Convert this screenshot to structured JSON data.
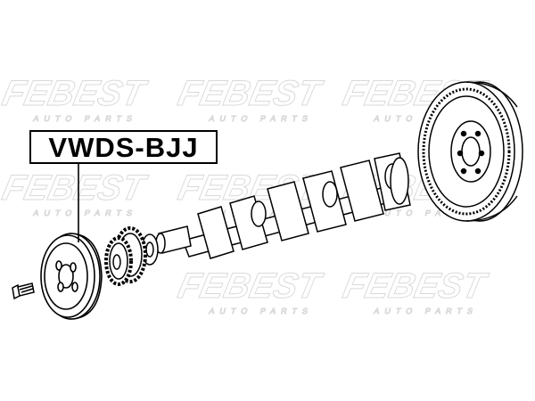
{
  "part_number": "VWDS-BJJ",
  "watermark": {
    "brand": "FEBEST",
    "tagline": "AUTO PARTS"
  },
  "components": [
    {
      "name": "bolt"
    },
    {
      "name": "crankshaft-pulley"
    },
    {
      "name": "timing-sprocket"
    },
    {
      "name": "washer"
    },
    {
      "name": "crankshaft"
    },
    {
      "name": "flywheel"
    }
  ]
}
